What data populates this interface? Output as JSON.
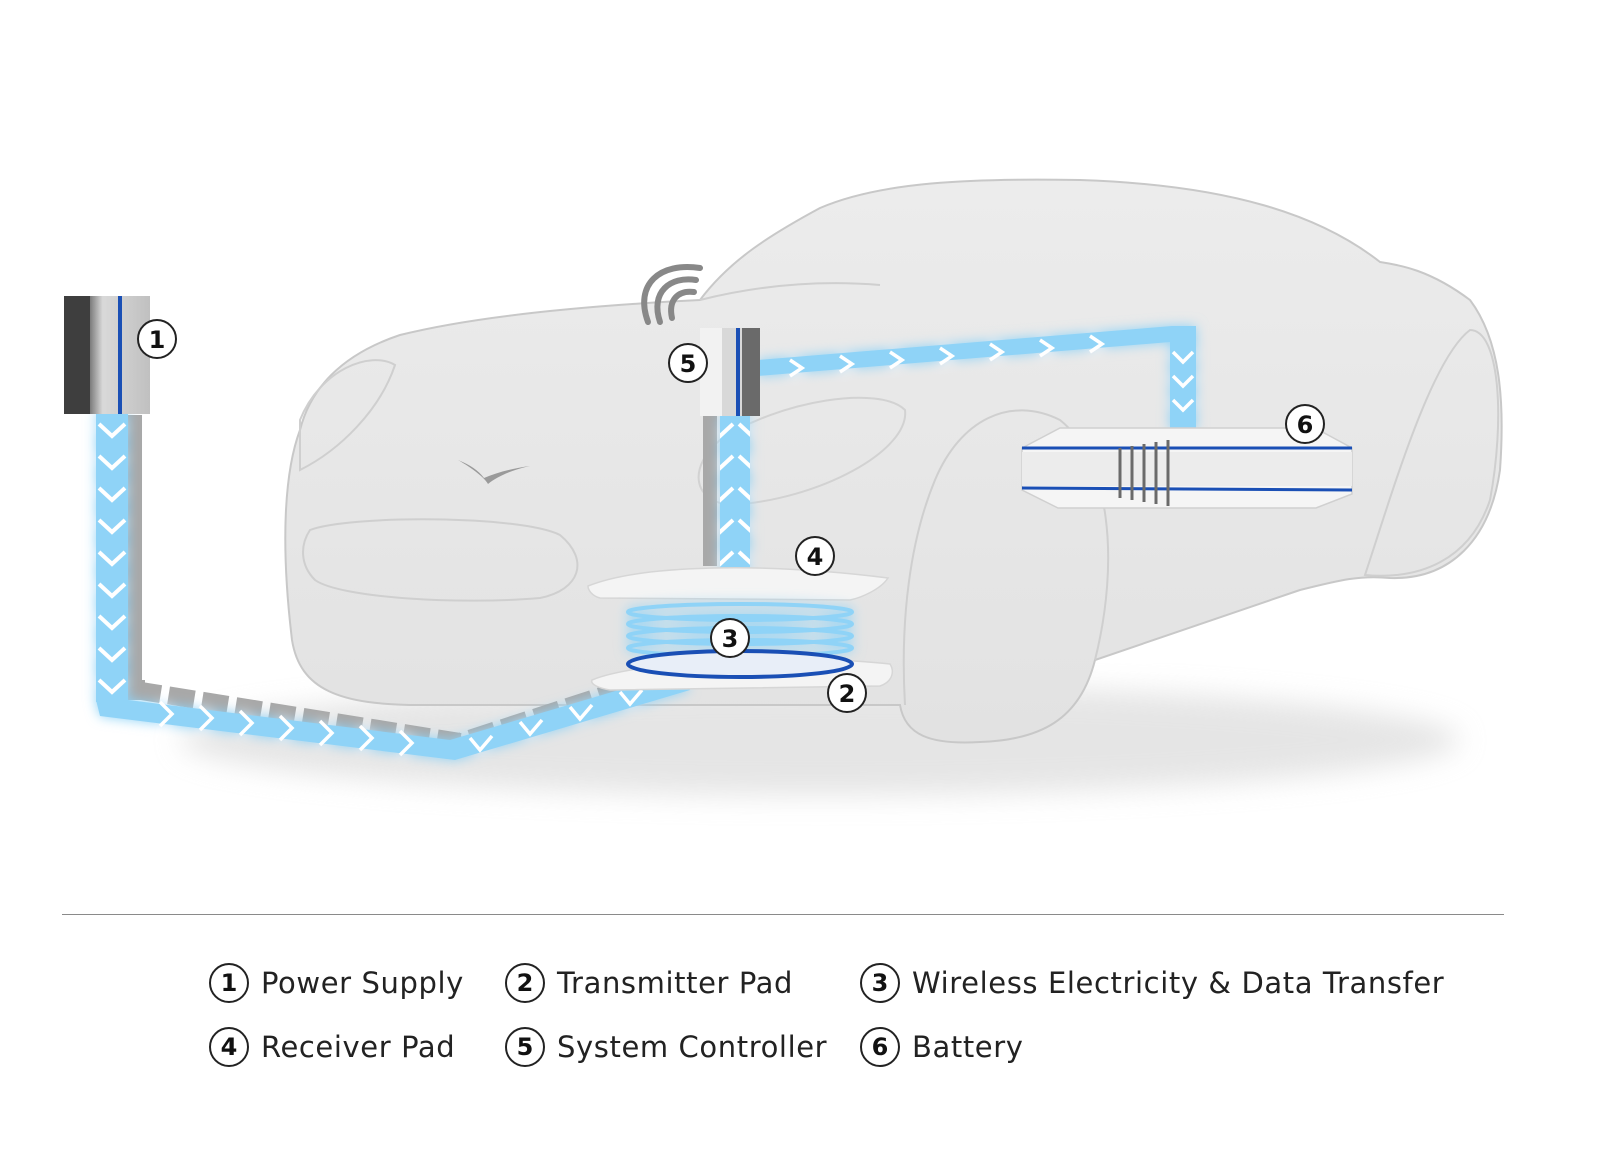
{
  "callouts": {
    "c1": "1",
    "c2": "2",
    "c3": "3",
    "c4": "4",
    "c5": "5",
    "c6": "6"
  },
  "legend": [
    {
      "number": "1",
      "label": "Power Supply"
    },
    {
      "number": "2",
      "label": "Transmitter Pad"
    },
    {
      "number": "3",
      "label": "Wireless Electricity & Data Transfer"
    },
    {
      "number": "4",
      "label": "Receiver Pad"
    },
    {
      "number": "5",
      "label": "System Controller"
    },
    {
      "number": "6",
      "label": "Battery"
    }
  ],
  "colors": {
    "energy_flow": "#8fd3f7",
    "accent_blue": "#1a4fb5",
    "car_body": "#e6e6e6",
    "car_outline": "#c8c8c8",
    "cable_gray": "#a8a8a8"
  },
  "icons": [
    "wireless-signal-icon",
    "car-logo-icon",
    "flow-chevron-icon"
  ]
}
